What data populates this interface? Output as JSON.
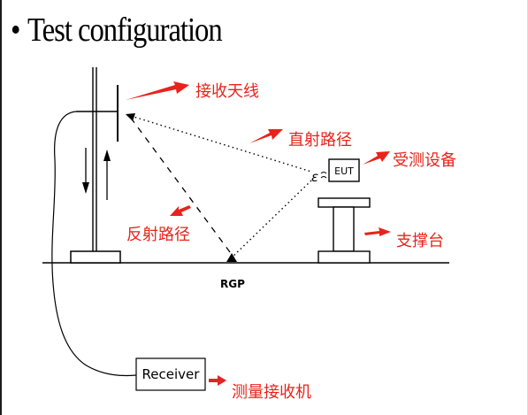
{
  "title": {
    "bullet": "•",
    "text": "Test configuration"
  },
  "diagram": {
    "equipment_labels": {
      "eut": "EUT",
      "receiver": "Receiver",
      "rgp": "RGP",
      "field_probe": "ε"
    },
    "annotations": {
      "receive_antenna": "接收天线",
      "direct_path": "直射路径",
      "eut_device": "受测设备",
      "reflected_path": "反射路径",
      "support_table": "支撑台",
      "measurement_receiver": "测量接收机"
    },
    "colors": {
      "annotation": "#e8231c",
      "line": "#000000",
      "background": "#ffffff"
    }
  }
}
